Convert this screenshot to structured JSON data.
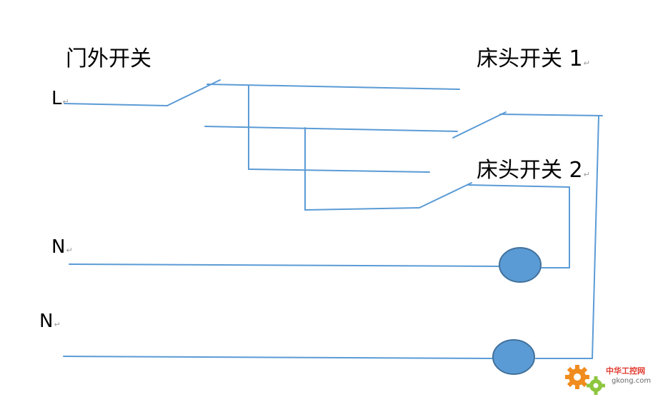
{
  "labels": {
    "outdoor_switch": "门外开关",
    "bedside_switch_1": "床头开关 1",
    "bedside_switch_2": "床头开关 2",
    "live": "L",
    "neutral_1": "N",
    "neutral_2": "N",
    "paragraph_mark": "↵"
  },
  "watermark": {
    "cn": "中华工控网",
    "url": "gkong.com"
  },
  "colors": {
    "wire": "#5b9bd5",
    "lamp_fill": "#5b9bd5",
    "lamp_stroke": "#41719c",
    "text": "#000000",
    "watermark_orange": "#f08c1e",
    "watermark_green": "#8dc63f",
    "watermark_red": "#e03a2f"
  }
}
